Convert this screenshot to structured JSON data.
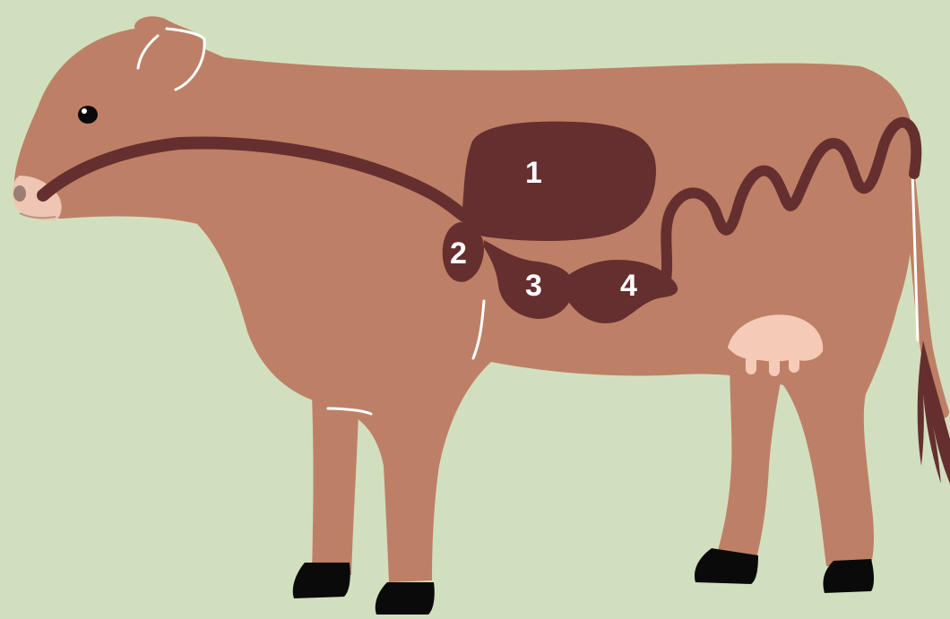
{
  "colors": {
    "background": "#d2dfbf",
    "body": "#bd8066",
    "organs": "#652f30",
    "udder": "#f5cbb7",
    "nose": "#efc5b3",
    "hooves": "#0a0a0a",
    "outline": "#ffffff"
  },
  "labels": {
    "chamber_1": "1",
    "chamber_2": "2",
    "chamber_3": "3",
    "chamber_4": "4"
  }
}
